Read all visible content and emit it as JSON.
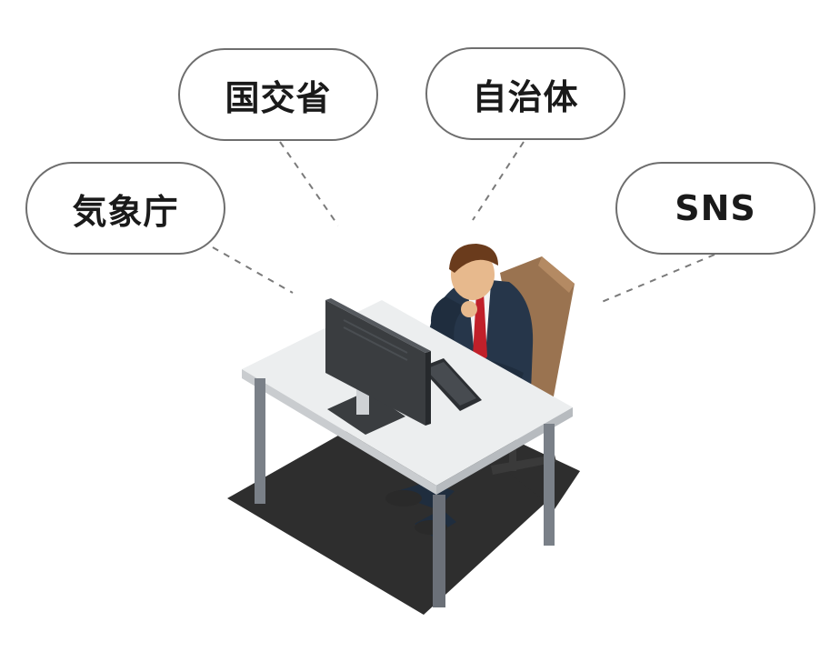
{
  "sources": [
    {
      "id": "kishocho",
      "label": "気象庁"
    },
    {
      "id": "kokkosho",
      "label": "国交省"
    },
    {
      "id": "jichitai",
      "label": "自治体"
    },
    {
      "id": "sns",
      "label": "SNS"
    }
  ],
  "colors": {
    "bubble_border": "#6e6e6e",
    "connector": "#7a7a7a",
    "floor": "#2e2e2e",
    "desk_top": "#eceeef",
    "chair": "#9a7350",
    "suit": "#26364a",
    "tie": "#c0202a",
    "monitor": "#3a3d40"
  },
  "illustration": {
    "icon": "person-at-computer-desk-icon"
  }
}
